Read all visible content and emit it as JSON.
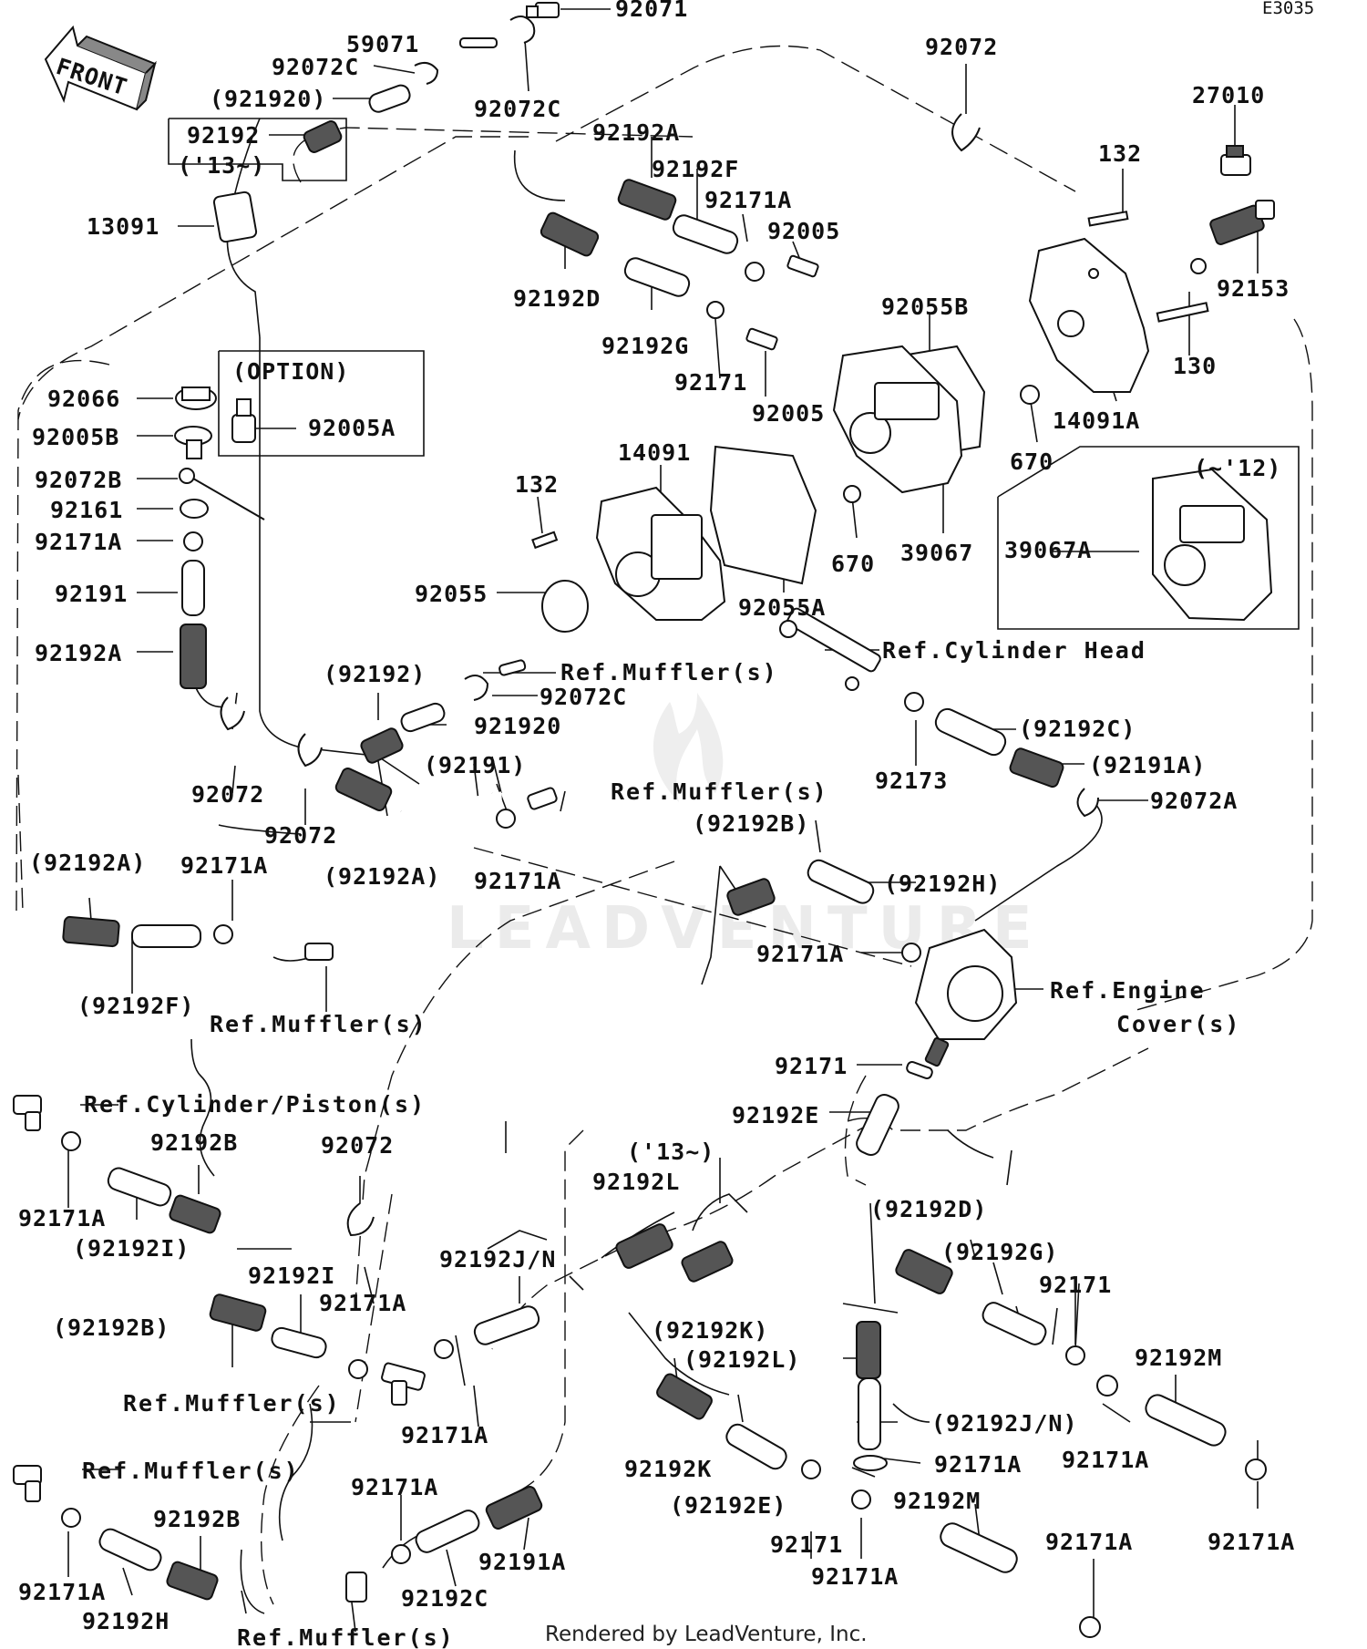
{
  "diagram_code": "E3035",
  "front_label": "FRONT",
  "footer": "Rendered by LeadVenture, Inc.",
  "watermark": "LEADVENTURE",
  "labels": {
    "l92071": "92071",
    "l59071": "59071",
    "l92072C_a": "92072C",
    "l92072C_b": "92072C",
    "l921920_a": "(921920)",
    "l92192_a": "92192",
    "l13_a": "('13~)",
    "l13091": "13091",
    "l92192A_a": "92192A",
    "l92192F_a": "92192F",
    "l92171A_a": "92171A",
    "l92005_a": "92005",
    "l92192D_a": "92192D",
    "l92192G_a": "92192G",
    "l92171_a": "92171",
    "l92005_b": "92005",
    "l92072_a": "92072",
    "l27010": "27010",
    "l132_a": "132",
    "l92153": "92153",
    "l92055B": "92055B",
    "l130": "130",
    "l14091A": "14091A",
    "l670_a": "670",
    "l670_b": "670",
    "l39067": "39067",
    "l12": "(~'12)",
    "l39067A": "39067A",
    "option": "(OPTION)",
    "l92005A": "92005A",
    "l92066": "92066",
    "l92005B": "92005B",
    "l92072B": "92072B",
    "l92161": "92161",
    "l92171A_b": "92171A",
    "l92191_a": "92191",
    "l92192A_b": "92192A",
    "l14091": "14091",
    "l132_b": "132",
    "l92055": "92055",
    "l92055A": "92055A",
    "refCylHead": "Ref.Cylinder Head",
    "l92192_b": "(92192)",
    "refMuffler_a": "Ref.Muffler(s)",
    "l92072C_c": "92072C",
    "l921920_b": "921920",
    "l92192C_a": "(92192C)",
    "l92173": "92173",
    "l92191A_a": "(92191A)",
    "l92072A": "92072A",
    "l92191_b": "(92191)",
    "refMuffler_b": "Ref.Muffler(s)",
    "l92072_b": "92072",
    "l92072_c": "92072",
    "l92192A_c": "(92192A)",
    "l92171A_c": "92171A",
    "l92192B_a": "(92192B)",
    "l92192H_a": "(92192H)",
    "l92192A_d": "(92192A)",
    "l92171A_d": "92171A",
    "l92171A_e": "92171A",
    "l92192F_b": "(92192F)",
    "refMuffler_c": "Ref.Muffler(s)",
    "refEngCover_a": "Ref.Engine",
    "refEngCover_b": "Cover(s)",
    "l92171_b": "92171",
    "l92192E_a": "92192E",
    "refCylPiston": "Ref.Cylinder/Piston(s)",
    "l92171A_f": "92171A",
    "l92192B_b": "92192B",
    "l92072_d": "92072",
    "l92192I_a": "(92192I)",
    "l13_b": "('13~)",
    "l92192L_a": "92192L",
    "l92192D_b": "(92192D)",
    "l92192G_b": "(92192G)",
    "l92171_c": "92171",
    "l92192I_b": "92192I",
    "l92171A_g": "92171A",
    "l92192JN_a": "92192J/N",
    "l92192B_c": "(92192B)",
    "l92192K_a": "(92192K)",
    "l92192L_b": "(92192L)",
    "l92192M_a": "92192M",
    "refMuffler_d": "Ref.Muffler(s)",
    "l92171A_h": "92171A",
    "l92192JN_b": "(92192J/N)",
    "l92171A_i": "92171A",
    "l92171A_j": "92171A",
    "refMuffler_e": "Ref.Muffler(s)",
    "l92192K_b": "92192K",
    "l92171A_k": "92171A",
    "l92192M_b": "92192M",
    "l92192B_d": "92192B",
    "l92192E_b": "(92192E)",
    "l92171A_l": "92171A",
    "l92191A_b": "92191A",
    "l92171A_m": "92171A",
    "l92171_d": "92171",
    "l92171A_n": "92171A",
    "l92171A_o": "92171A",
    "l92192H_b": "92192H",
    "l92192C_b": "92192C",
    "refMuffler_f": "Ref.Muffler(s)"
  }
}
